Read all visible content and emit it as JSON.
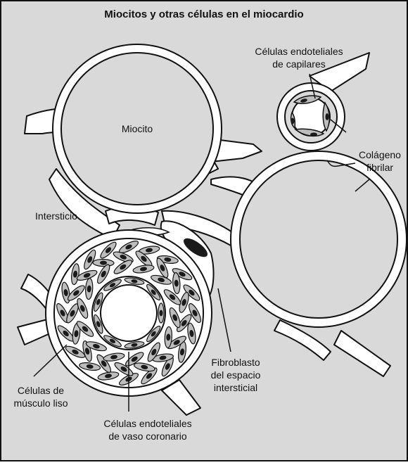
{
  "title": "Miocitos y otras células en el miocardio",
  "labels": {
    "capillary_endothelial_line1": "Células endoteliales",
    "capillary_endothelial_line2": "de capilares",
    "myocyte": "Miocito",
    "collagen_line1": "Colágeno",
    "collagen_line2": "fibrilar",
    "interstitium": "Intersticio",
    "fibroblast_line1": "Fibroblasto",
    "fibroblast_line2": "del espacio",
    "fibroblast_line3": "intersticial",
    "smooth_muscle_line1": "Células de",
    "smooth_muscle_line2": "músculo liso",
    "coronary_endothelial_line1": "Células endoteliales",
    "coronary_endothelial_line2": "de vaso coronario"
  },
  "colors": {
    "background": "#d9d9d9",
    "structure_fill": "#ffffff",
    "nucleus": "#1a1a1a",
    "cytoplasm": "#bdbdbd",
    "stroke": "#111111"
  }
}
